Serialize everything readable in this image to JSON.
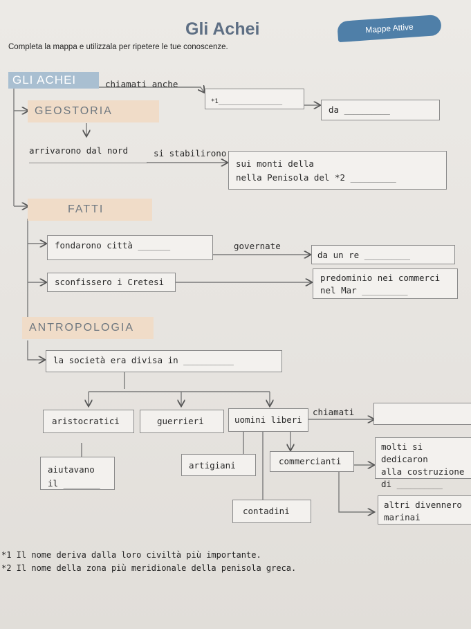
{
  "header": {
    "title": "Gli Achei",
    "badge": "Mappe Attive",
    "instruction": "Completa la mappa e utilizzala per ripetere le tue conoscenze."
  },
  "map": {
    "root": "GLI ACHEI",
    "chiamati_anche": "chiamati anche",
    "note1_marker": "*1",
    "da": "da",
    "sections": {
      "geostoria": "GEOSTORIA",
      "fatti": "FATTI",
      "antropologia": "ANTROPOLOGIA"
    },
    "geostoria": {
      "arrivarono": "arrivarono dal nord",
      "si_stabilirono": "si stabilirono",
      "sui_monti": "sui monti della",
      "nella_penisola": "nella Penisola del *2"
    },
    "fatti": {
      "fondarono": "fondarono città",
      "governate": "governate",
      "da_un_re": "da un re",
      "sconfissero": "sconfissero i Cretesi",
      "predominio": "predominio nei commerci",
      "nel_mar": "nel Mar"
    },
    "antropologia": {
      "societa": "la società era divisa in",
      "aristocratici": "aristocratici",
      "guerrieri": "guerrieri",
      "uomini_liberi": "uomini liberi",
      "chiamati": "chiamati",
      "aiutavano": "aiutavano",
      "il": "il",
      "artigiani": "artigiani",
      "commercianti": "commercianti",
      "molti": "molti si dedicaron",
      "alla_costruzione": "alla costruzione",
      "di": "di",
      "contadini": "contadini",
      "altri": "altri divennero",
      "marinai": "marinai"
    }
  },
  "footnotes": {
    "note1": "*1 Il nome deriva dalla loro civiltà più importante.",
    "note2": "*2 Il nome della zona più meridionale della penisola greca."
  },
  "colors": {
    "accent_blue": "#a9bfd1",
    "section_bg": "#f0dcc8",
    "badge_blue": "#4f7fa8",
    "title_color": "#5e6f84"
  }
}
